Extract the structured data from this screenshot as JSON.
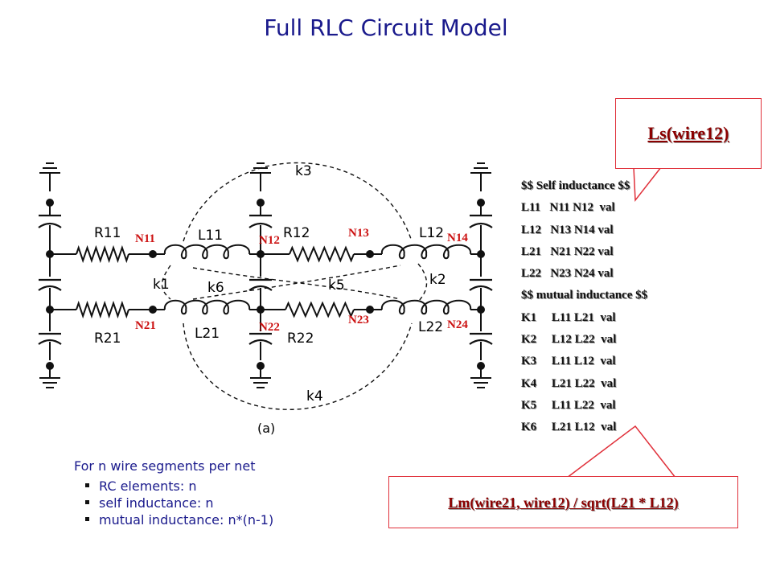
{
  "title": "Full RLC Circuit Model",
  "netlist": {
    "lines": [
      "$$ Self inductance $$",
      "L11   N11 N12  val",
      "L12   N13 N14 val",
      "L21   N21 N22 val",
      "L22   N23 N24 val",
      "$$ mutual inductance $$",
      "K1     L11 L21  val",
      "K2     L12 L22  val",
      "K3     L11 L12  val",
      "K4     L21 L22  val",
      "K5     L11 L22  val",
      "K6     L21 L12  val"
    ]
  },
  "callouts": {
    "self": "Ls(wire12)",
    "mutual": "Lm(wire21, wire12) / sqrt(L21 *  L12)"
  },
  "summary": {
    "heading": "For n wire segments per net",
    "items": [
      "RC elements: n",
      "self inductance: n",
      "mutual inductance: n*(n-1)"
    ]
  },
  "circuit": {
    "node_labels": [
      "N11",
      "N12",
      "N13",
      "N14",
      "N21",
      "N22",
      "N23",
      "N24"
    ],
    "element_labels": [
      "R11",
      "L11",
      "R12",
      "L12",
      "R21",
      "L21",
      "R22",
      "L22",
      "k1",
      "k2",
      "k3",
      "k4",
      "k5",
      "k6",
      "(a)"
    ],
    "node_label_color": "#cc1111",
    "callout_border_color": "#e0303a",
    "callout_text_color": "#8b0000",
    "text_blue": "#1a1a8c"
  }
}
